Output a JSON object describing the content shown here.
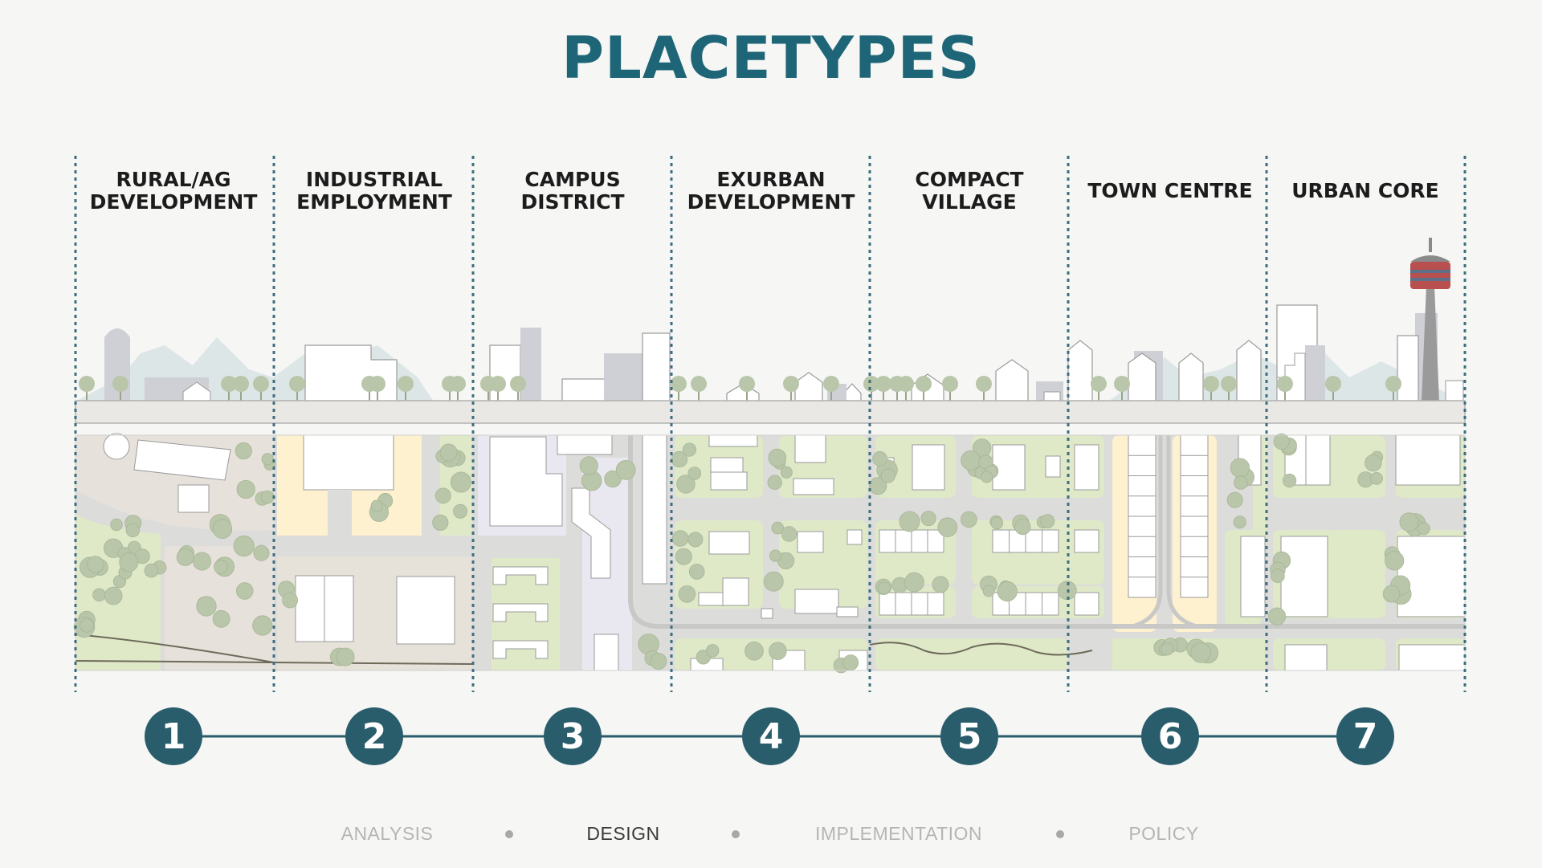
{
  "title": "PLACETYPES",
  "columns": [
    {
      "lines": [
        "RURAL/AG",
        "DEVELOPMENT"
      ],
      "number": "1"
    },
    {
      "lines": [
        "INDUSTRIAL",
        "EMPLOYMENT"
      ],
      "number": "2"
    },
    {
      "lines": [
        "CAMPUS",
        "DISTRICT"
      ],
      "number": "3"
    },
    {
      "lines": [
        "EXURBAN",
        "DEVELOPMENT"
      ],
      "number": "4"
    },
    {
      "lines": [
        "COMPACT",
        "VILLAGE"
      ],
      "number": "5"
    },
    {
      "lines": [
        "TOWN CENTRE"
      ],
      "number": "6"
    },
    {
      "lines": [
        "URBAN CORE"
      ],
      "number": "7"
    }
  ],
  "nav": {
    "items": [
      {
        "label": "ANALYSIS",
        "active": false
      },
      {
        "label": "DESIGN",
        "active": true
      },
      {
        "label": "IMPLEMENTATION",
        "active": false
      },
      {
        "label": "POLICY",
        "active": false
      }
    ]
  },
  "colors": {
    "accent": "#1e6677",
    "circle": "#2a5d6c",
    "divider": "#3d6e80",
    "road": "#dcdcda",
    "green": "#dfe9c8",
    "tree": "#b9c6a9",
    "rural": "#e6e1da",
    "industrial_yellow": "#fdf1cf",
    "campus": "#e9e8f0",
    "building": "#ffffff"
  }
}
